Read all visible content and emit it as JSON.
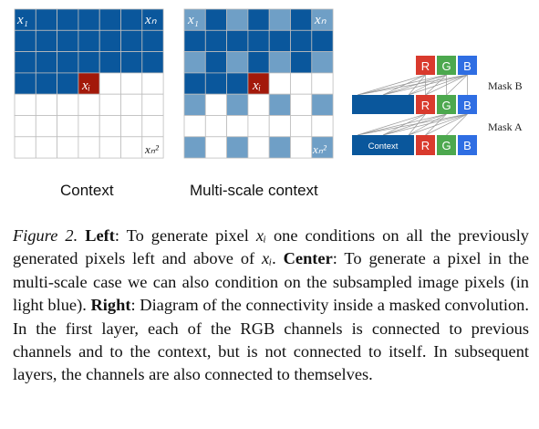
{
  "figure": {
    "colors": {
      "dark_blue": "#0a579c",
      "light_blue": "#6f9fc6",
      "red": "#a3190a",
      "green": "#4ca84e",
      "blue": "#2f6ee3",
      "rgb_red": "#d93a2d"
    },
    "left_panel": {
      "label": "Context",
      "corner_tl": "x₁",
      "corner_tr": "xₙ",
      "center": "xᵢ",
      "corner_br": "xₙ²"
    },
    "center_panel": {
      "label": "Multi-scale context",
      "corner_tl": "x₁",
      "corner_tr": "xₙ",
      "center": "xᵢ",
      "corner_br": "xₙ²"
    },
    "right_panel": {
      "channels": [
        "R",
        "G",
        "B"
      ],
      "context_label": "Context",
      "mask_b": "Mask B",
      "mask_a": "Mask A"
    }
  },
  "caption": {
    "fig_num": "Figure 2.",
    "left_head": "Left",
    "left_text_1": ": To generate pixel ",
    "xi": "xᵢ",
    "left_text_2": " one conditions on all the previously generated pixels left and above of ",
    "xi_2": "xᵢ",
    "left_text_3": ". ",
    "center_head": "Center",
    "center_text": ": To generate a pixel in the multi-scale case we can also condition on the subsampled image pixels (in light blue). ",
    "right_head": "Right",
    "right_text": ": Diagram of the connectivity inside a masked convolution. In the first layer, each of the RGB channels is connected to previous channels and to the context, but is not connected to itself. In subsequent layers, the channels are also connected to themselves."
  }
}
